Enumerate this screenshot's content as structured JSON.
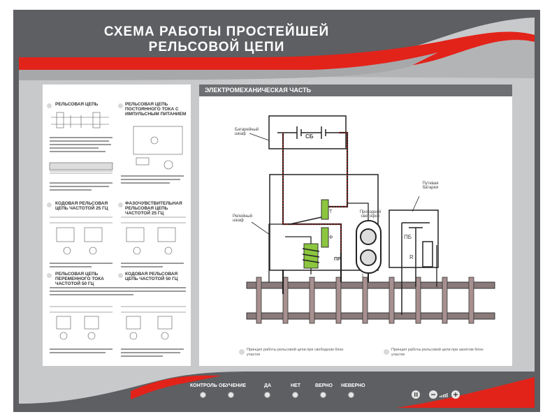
{
  "title": {
    "line1": "СХЕМА РАБОТЫ ПРОСТЕЙШЕЙ",
    "line2": "РЕЛЬСОВОЙ ЦЕПИ"
  },
  "left_sections": [
    {
      "title": "РЕЛЬСОВАЯ ЦЕПЬ"
    },
    {
      "title": "РЕЛЬСОВАЯ ЦЕПЬ ПОСТОЯННОГО ТОКА С ИМПУЛЬСНЫМ ПИТАНИЕМ"
    },
    {
      "title": "КОДОВАЯ РЕЛЬСОВАЯ ЦЕПЬ ЧАСТОТОЙ 25 ГЦ"
    },
    {
      "title": "ФАЗОЧУВСТВИТЕЛЬНАЯ РЕЛЬСОВАЯ ЦЕПЬ ЧАСТОТОЙ 25 ГЦ"
    },
    {
      "title": "РЕЛЬСОВАЯ ЦЕПЬ ПЕРЕМЕННОГО ТОКА ЧАСТОТОЙ 50 ГЦ"
    },
    {
      "title": "КОДОВАЯ РЕЛЬСОВАЯ ЦЕПЬ ЧАСТОТОЙ 50 ГЦ"
    }
  ],
  "right_panel": {
    "header": "ЭЛЕКТРОМЕХАНИЧЕСКАЯ ЧАСТЬ",
    "labels": {
      "battery_cabinet": "Батарейный шкаф",
      "sb": "СБ",
      "relay_cabinet": "Релейный шкаф",
      "t": "Т",
      "f": "Ф",
      "pr": "ПР",
      "signal": "Проходной светофор",
      "one": "1",
      "track_battery": "Путевая батарея",
      "pb": "ПБ",
      "r": "R"
    },
    "captions": [
      "Принцип работы рельсовой цепи при свободном блок-участке",
      "Принцип работы рельсовой цепи при занятом блок-участке"
    ]
  },
  "controls": [
    "КОНТРОЛЬ",
    "ОБУЧЕНИЕ",
    "ДА",
    "НЕТ",
    "ВЕРНО",
    "НЕВЕРНО"
  ],
  "colors": {
    "accent_red": "#e2231a",
    "dark_gray": "#5d5f62",
    "board_gray": "#c8c9cb",
    "coil_green": "#8cc63f"
  }
}
